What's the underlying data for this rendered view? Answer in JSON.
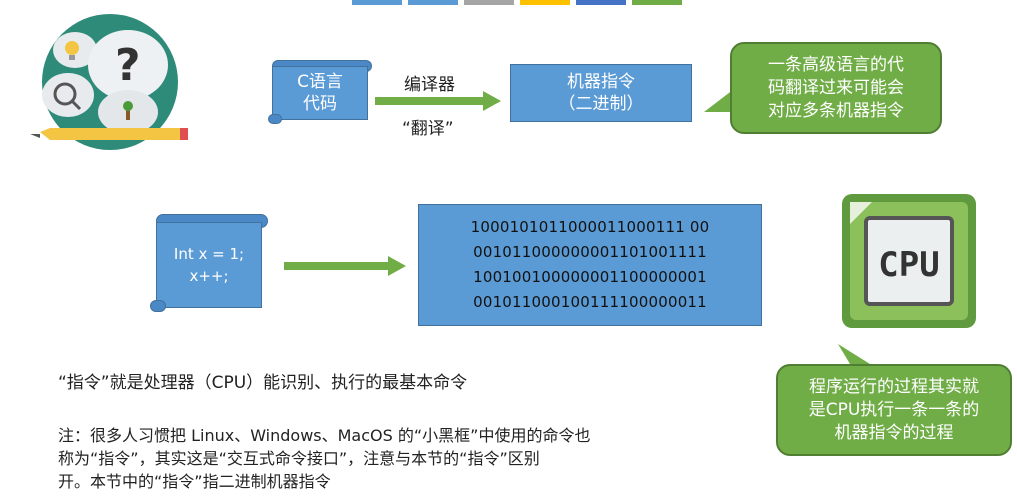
{
  "top_tab_colors": [
    "#5b9bd5",
    "#5b9bd5",
    "#a5a5a5",
    "#ffc000",
    "#4472c4",
    "#70ad47"
  ],
  "section1": {
    "source_scroll": [
      "C语言",
      "代码"
    ],
    "arrow_top_label": "编译器",
    "arrow_bottom_label": "“翻译”",
    "machine_box": [
      "机器指令",
      "（二进制）"
    ],
    "callout": [
      "一条高级语言的代",
      "码翻译过来可能会",
      "对应多条机器指令"
    ]
  },
  "section2": {
    "code_scroll": [
      "Int x = 1;",
      "x++;"
    ],
    "binary_lines": [
      "1000101011000011000111 00",
      "001011000000001101001111",
      "100100100000001100000001",
      "001011000100111100000011"
    ],
    "cpu_label": "CPU",
    "callout": [
      "程序运行的过程其实就",
      "是CPU执行一条一条的",
      "机器指令的过程"
    ]
  },
  "definition": "“指令”就是处理器（CPU）能识别、执行的最基本命令",
  "note_lines": [
    "注：很多人习惯把 Linux、Windows、MacOS 的“小黑框”中使用的命令也",
    "称为“指令”，其实这是“交互式命令接口”，注意与本节的“指令”区别",
    "开。本节中的“指令”指二进制机器指令"
  ],
  "colors": {
    "blue": "#5b9bd5",
    "green": "#70ad47",
    "arrow_green": "#70ad47",
    "circle_teal": "#2e8b7a"
  }
}
